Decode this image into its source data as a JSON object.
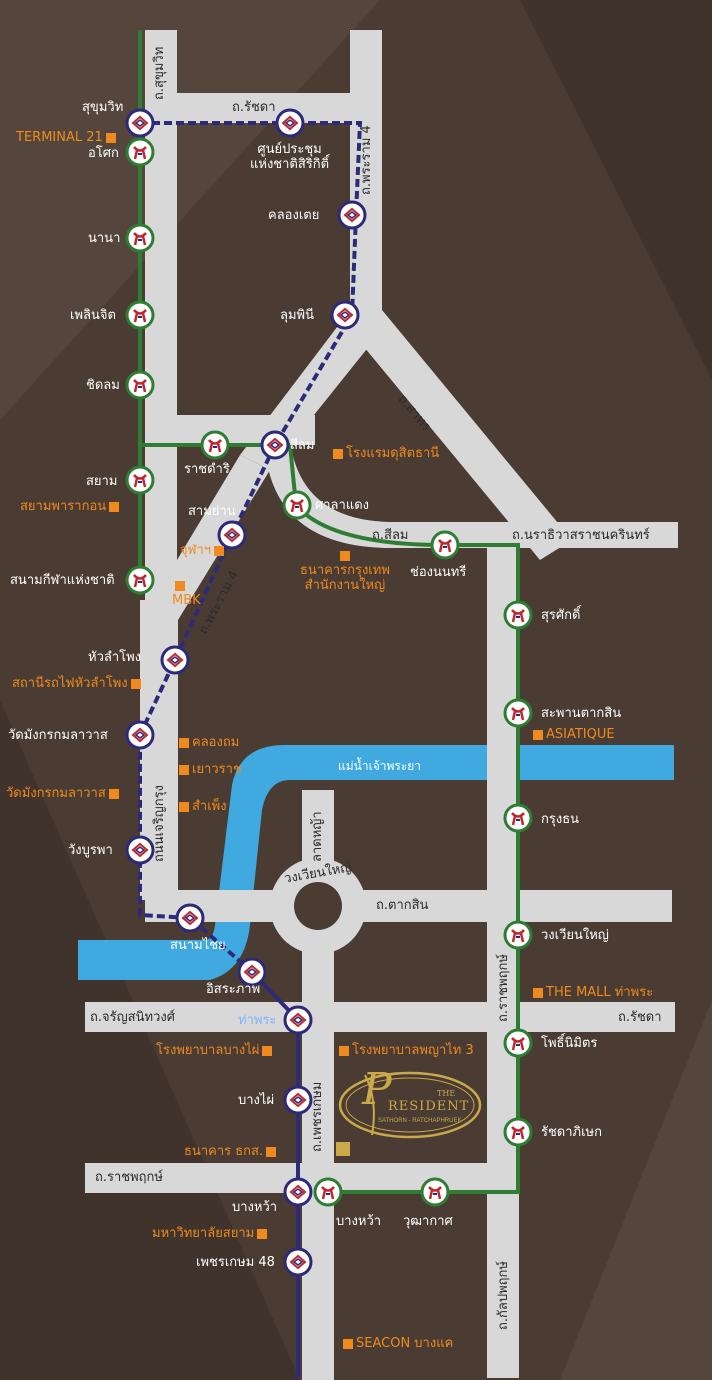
{
  "colors": {
    "background": "#4a3c33",
    "road": "#d8d8d8",
    "river": "#3fa9e0",
    "bts_line": "#2e7d32",
    "mrt_line": "#2e2a7a",
    "poi": "#f08a1e",
    "logo_gold": "#c9a94a"
  },
  "roads": {
    "sukhumvit": "ถ.สุขุมวิท",
    "ratchada_top": "ถ.รัชดา",
    "rama4_top": "ถ.พระราม 4",
    "sathorn": "ถ.สาทร",
    "silom": "ถ.สีลม",
    "narathiwat": "ถ.นราธิวาสราชนครินทร์",
    "rama4_mid": "ถ.พระราม 4",
    "charoenkrung": "ถนนเจริญกรุง",
    "lat_ya": "ลาดหญ้า",
    "wongwian_yai_circle": "วงเวียนใหญ่",
    "taksin": "ถ.ตากสิน",
    "ratchaphruek_vert": "ถ.ราชพฤกษ์",
    "charansanitwong": "ถ.จรัญสนิทวงศ์",
    "ratchada_bottom": "ถ.รัชดา",
    "phetkasem": "ถ.เพชรเกษม",
    "ratchaphruek_horiz": "ถ.ราชพฤกษ์",
    "kanlapaphruek": "ถ.กัลปพฤกษ์"
  },
  "river_label": "แม่น้ำเจ้าพระยา",
  "stations": {
    "sukhumvit": "สุขุมวิท",
    "asok": "อโศก",
    "nana": "นานา",
    "phloenchit": "เพลินจิต",
    "chitlom": "ชิดลม",
    "siam": "สยาม",
    "national_stadium": "สนามกีฬาแห่งชาติ",
    "ratchadamri": "ราชดำริ",
    "qsncc_1": "ศูนย์ประชุม",
    "qsncc_2": "แห่งชาติสิริกิติ์",
    "khlong_toei": "คลองเตย",
    "lumphini": "ลุมพินี",
    "silom": "สีลม",
    "sala_daeng": "ศาลาแดง",
    "chong_nonsi": "ช่องนนทรี",
    "sam_yan": "สามย่าน",
    "hua_lamphong": "หัวลำโพง",
    "wat_mangkon": "วัดมังกรกมลาวาส",
    "wang_burapha": "วังบูรพา",
    "sanam_chai": "สนามไชย",
    "itsaraphap": "อิสระภาพ",
    "tha_phra": "ท่าพระ",
    "bang_phai": "บางไผ่",
    "bang_wa_mrt": "บางหว้า",
    "phetkasem48": "เพชรเกษม 48",
    "bang_wa_bts": "บางหว้า",
    "wutthakat": "วุฒากาศ",
    "surasak": "สุรศักดิ์",
    "saphan_taksin": "สะพานตากสิน",
    "krung_thon": "กรุงธน",
    "wongwian_yai": "วงเวียนใหญ่",
    "pho_nimit": "โพธิ์นิมิตร",
    "ratchaphruek_stn": "รัชดาภิเษก"
  },
  "pois": {
    "terminal21": "TERMINAL 21",
    "siam_paragon": "สยามพารากอน",
    "chula": "จุฬาฯ",
    "mbk": "MBK",
    "hualamphong_station": "สถานีรถไฟหัวลำโพง",
    "wat_mangkon_poi": "วัดมังกรกมลาวาส",
    "khlong_thom": "คลองถม",
    "yaowarat": "เยาวราช",
    "sampheng": "สำเพ็ง",
    "dusit": "โรงแรมดุสิตธานี",
    "bbl_1": "ธนาคารกรุงเทพ",
    "bbl_2": "สำนักงานใหญ่",
    "asiatique": "ASIATIQUE",
    "the_mall": "THE MALL ท่าพระ",
    "bangphai_hospital": "โรงพยาบาลบางไผ่",
    "phyathai3": "โรงพยาบาลพญาไท 3",
    "baac": "ธนาคาร ธกส.",
    "siam_university": "มหาวิทยาลัยสยาม",
    "seacon": "SEACON บางแค"
  },
  "logo": {
    "the": "THE",
    "resident": "RESIDENT",
    "big_p": "P",
    "subtitle": "SATHORN - RATCHAPHRUEK"
  }
}
